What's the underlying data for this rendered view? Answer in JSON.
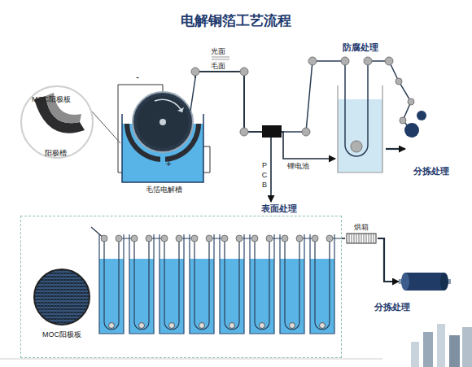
{
  "diagram": {
    "title": "电解铜箔工艺流程",
    "nodes": [
      {
        "text": [
          "MOC阳极板",
          "阳极槽"
        ]
      },
      {
        "text": [
          "毛箔电解槽"
        ]
      },
      {
        "text": [
          "防腐处理"
        ]
      },
      {
        "text": [
          "分拣处理"
        ]
      },
      {
        "text": [
          "表面处理"
        ]
      },
      {
        "text": [
          "MOC阳极板"
        ],
        "in": 4
      },
      {
        "text": [
          "烘箱"
        ]
      },
      {
        "text": [
          "分拣处理"
        ]
      }
    ],
    "edges": [
      {
        "from": 0,
        "to": 1,
        "arrow": "none"
      },
      {
        "from": 1,
        "to": 2,
        "label": "锂电池",
        "arrow": "to"
      },
      {
        "from": 2,
        "to": 3,
        "arrow": "to"
      },
      {
        "from": 1,
        "to": 4,
        "label": "PCB",
        "arrow": "to"
      },
      {
        "from": 4,
        "to": 6,
        "arrow": "none"
      },
      {
        "from": 6,
        "to": 7,
        "arrow": "to"
      }
    ],
    "labels": [
      "光面",
      "毛面",
      "-",
      "+"
    ]
  }
}
